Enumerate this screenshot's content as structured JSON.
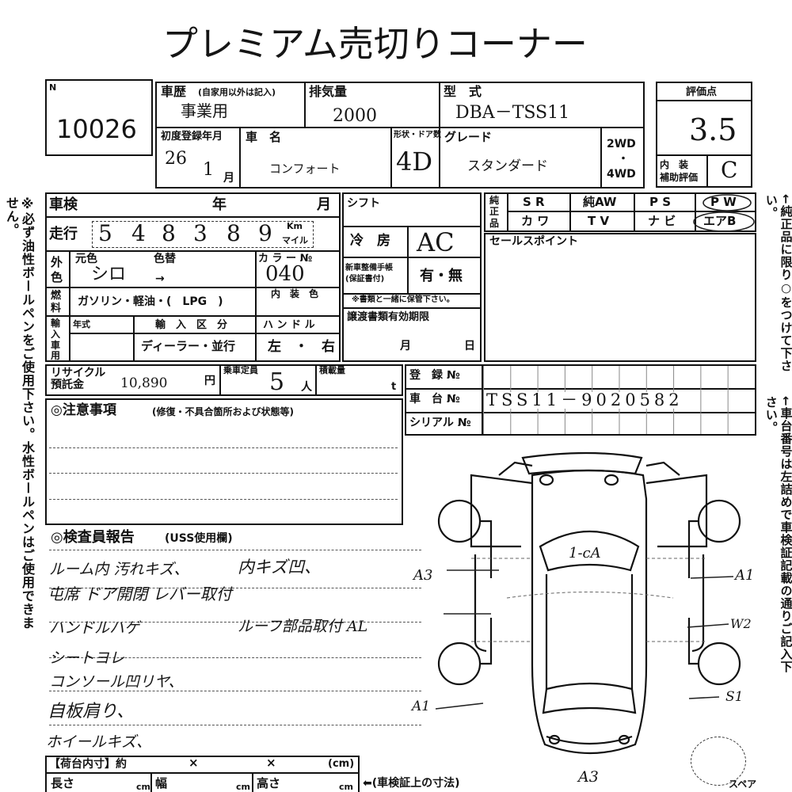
{
  "title": "プレミアム売切りコーナー",
  "lot": {
    "marker": "N",
    "number": "10026"
  },
  "history": {
    "label": "車歴",
    "sub": "(自家用以外は記入)",
    "value": "事業用"
  },
  "displacement": {
    "label": "排気量",
    "value": "2000"
  },
  "model_code": {
    "label": "型　式",
    "value": "DBA－TSS11"
  },
  "first_reg": {
    "label": "初度登録年月",
    "year": "26",
    "month": "1",
    "month_unit": "月"
  },
  "car_name": {
    "label": "車　名",
    "value": "コンフォート"
  },
  "doors": {
    "label": "形状・ドア数",
    "value": "4D"
  },
  "grade": {
    "label": "グレード",
    "value": "スタンダード"
  },
  "drive": {
    "two": "2WD",
    "dot": "・",
    "four": "4WD"
  },
  "score": {
    "label": "評価点",
    "value": "3.5",
    "interior_label": "内　装\n補助評価",
    "interior_value": "C"
  },
  "inspection": {
    "label": "車検",
    "year": "年",
    "month": "月"
  },
  "mileage": {
    "label": "走行",
    "digits": [
      "5",
      "4",
      "8",
      "3",
      "8",
      "9"
    ],
    "unit_km": "Km",
    "unit_mile": "マイル"
  },
  "shift": {
    "label": "シフト"
  },
  "ac": {
    "label": "冷　房",
    "value": "AC"
  },
  "equipment": {
    "side_label": "純正品",
    "cells": [
      "S R",
      "純AW",
      "P S",
      "P W",
      "カ ワ",
      "T V",
      "ナ ビ",
      "エアB"
    ]
  },
  "color": {
    "side_label": "外色",
    "orig_label": "元色",
    "change_label": "色替",
    "orig_value": "シロ",
    "arrow": "→",
    "no_label": "カ ラ ー №",
    "no_value": "040"
  },
  "manual": {
    "label": "新車整備手帳\n(保証書付)",
    "value": "有・無",
    "note": "※書類と一緒に保管下さい。"
  },
  "fuel": {
    "side_label": "燃料",
    "options": "ガソリン・軽油・(　LPG　)",
    "interior_color_label": "内　装　色"
  },
  "import": {
    "side_label": "輸入車用",
    "year_label": "年式",
    "class_label": "輸　入　区　分",
    "class_value": "ディーラー・並行",
    "handle_label": "ハ ン ド ル",
    "handle_value": "左　・　右"
  },
  "transfer": {
    "label": "譲渡書類有効期限",
    "month": "月",
    "day": "日"
  },
  "sales_point": {
    "label": "セールスポイント"
  },
  "recycle": {
    "label": "リサイクル\n預託金",
    "value": "10,890",
    "unit": "円"
  },
  "capacity": {
    "label": "乗車定員",
    "value": "5",
    "unit": "人"
  },
  "load": {
    "label": "積載量",
    "unit": "t"
  },
  "registration": {
    "reg_label": "登　録 №",
    "chassis_label": "車　台 №",
    "chassis_value": "TSS11－9020582",
    "serial_label": "シリアル №"
  },
  "notes": {
    "label": "◎注意事項",
    "sub": "(修復・不具合箇所および状態等)"
  },
  "report": {
    "label": "◎検査員報告",
    "sub": "(USS使用欄)",
    "lines": [
      "ルーム内 汚れキズ、",
      "内キズ凹、",
      "屯席 ドア開閉 レバー取付",
      "ハンドルハゲ",
      "ルーフ部品取付 AL",
      "シートヨレ",
      "コンソール凹リヤ、",
      "自板肩り、",
      "ホイールキズ、"
    ]
  },
  "diagram_marks": {
    "windshield": "1-cA",
    "left_a": "A3",
    "left_b": "A1",
    "right_a": "A1",
    "right_b": "W2",
    "right_c": "S1",
    "bottom": "A3",
    "spare": "スペア"
  },
  "cargo": {
    "label": "【荷台内寸】約",
    "x1": "×",
    "x2": "×",
    "unit": "(cm)",
    "length": "長さ",
    "width": "幅",
    "height": "高さ",
    "cm": "cm",
    "cert_note": "⬅(車検証上の寸法)"
  },
  "side_left": "※必ず油性ボールペンをご使用下さい。水性ボールペンはご使用できません。",
  "side_right_top": "←純正品に限り○をつけて下さい。",
  "side_right_bottom": "←車台番号は左詰めで車検証記載の通りご記入下さい。"
}
